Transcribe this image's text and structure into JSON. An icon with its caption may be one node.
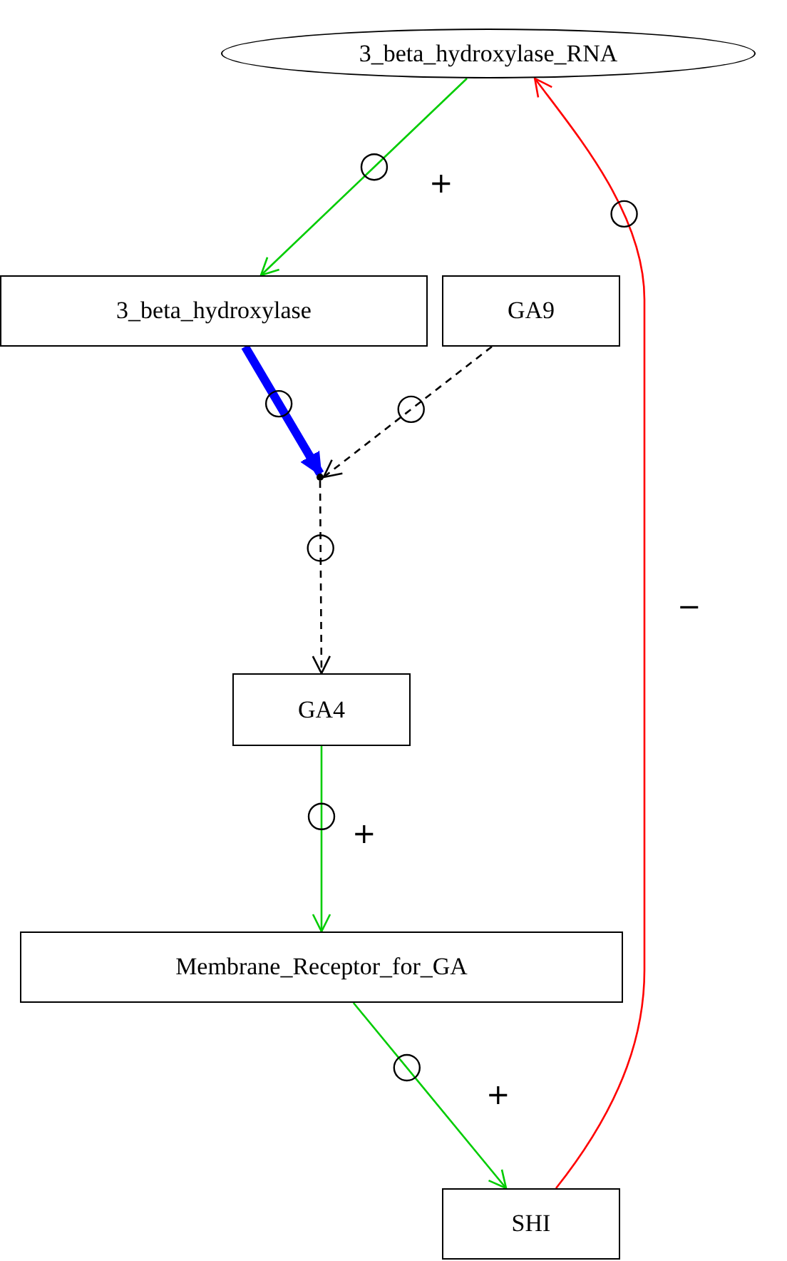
{
  "diagram": {
    "nodes": [
      {
        "text": [
          "3_beta_hydroxylase_RNA"
        ]
      },
      {
        "text": [
          "3_beta_hydroxylase"
        ]
      },
      {
        "text": [
          "GA9"
        ]
      },
      {
        "text": [],
        "shape": "point"
      },
      {
        "text": [
          "GA4"
        ]
      },
      {
        "text": [
          "Membrane_Receptor_for_GA"
        ]
      },
      {
        "text": [
          "SHI"
        ]
      }
    ],
    "edges": [
      {
        "from": 0,
        "to": 1,
        "arrow": "to",
        "label": "+",
        "color": "#00cc00"
      },
      {
        "from": 1,
        "to": 3,
        "arrow": "to",
        "style": "thick",
        "color": "#0000ff"
      },
      {
        "from": 2,
        "to": 3,
        "arrow": "to",
        "style": "dashed",
        "color": "#000000"
      },
      {
        "from": 3,
        "to": 4,
        "arrow": "to",
        "style": "dashed",
        "color": "#000000"
      },
      {
        "from": 4,
        "to": 5,
        "arrow": "to",
        "label": "+",
        "color": "#00cc00"
      },
      {
        "from": 5,
        "to": 6,
        "arrow": "to",
        "label": "+",
        "color": "#00cc00"
      },
      {
        "from": 6,
        "to": 0,
        "arrow": "to",
        "label": "−",
        "color": "#ff0000"
      }
    ]
  }
}
